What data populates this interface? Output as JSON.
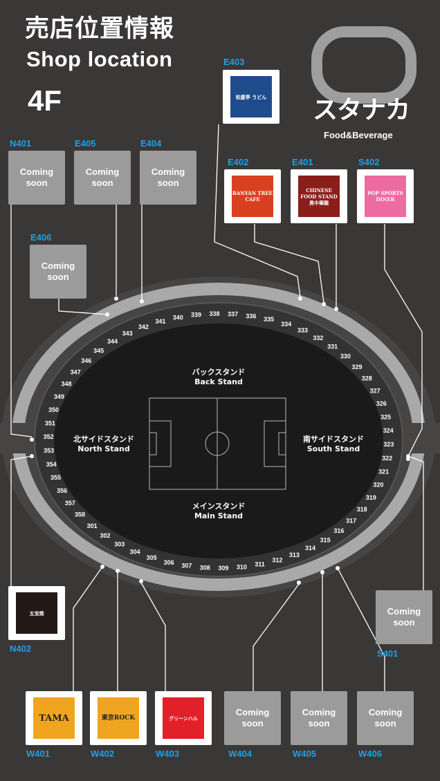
{
  "header": {
    "title_jp": "売店位置情報",
    "title_en": "Shop location",
    "floor": "4F"
  },
  "brand": {
    "name_jp": "スタナカ",
    "name_en": "Food&Beverage"
  },
  "stands": {
    "back": {
      "jp": "バックスタンド",
      "en": "Back Stand"
    },
    "main": {
      "jp": "メインスタンド",
      "en": "Main Stand"
    },
    "north": {
      "jp": "北サイドスタンド",
      "en": "North Stand"
    },
    "south": {
      "jp": "南サイドスタンド",
      "en": "South Stand"
    }
  },
  "sections": [
    "301",
    "302",
    "303",
    "304",
    "305",
    "306",
    "307",
    "308",
    "309",
    "310",
    "311",
    "312",
    "313",
    "314",
    "315",
    "316",
    "317",
    "318",
    "319",
    "320",
    "321",
    "322",
    "323",
    "324",
    "325",
    "326",
    "327",
    "328",
    "329",
    "330",
    "331",
    "332",
    "333",
    "334",
    "335",
    "336",
    "337",
    "338",
    "339",
    "340",
    "341",
    "342",
    "343",
    "344",
    "345",
    "346",
    "347",
    "348",
    "349",
    "350",
    "351",
    "352",
    "353",
    "354",
    "355",
    "356",
    "357",
    "358"
  ],
  "coming_soon": "Coming\nsoon",
  "shops": [
    {
      "code": "N401",
      "status": "coming-soon"
    },
    {
      "code": "E405",
      "status": "coming-soon"
    },
    {
      "code": "E404",
      "status": "coming-soon"
    },
    {
      "code": "E406",
      "status": "coming-soon"
    },
    {
      "code": "E403",
      "status": "open",
      "logo_text": "松屋亭 うどん",
      "color": "#1f4c8c"
    },
    {
      "code": "E402",
      "status": "open",
      "logo_text": "BANYAN TREE CAFE",
      "color": "#d9401f"
    },
    {
      "code": "E401",
      "status": "open",
      "logo_text": "CHINESE FOOD STAND 黒中華園",
      "color": "#8a1e1a"
    },
    {
      "code": "S402",
      "status": "open",
      "logo_text": "POP SPORTS DINER",
      "color": "#ee6aa3"
    },
    {
      "code": "N402",
      "status": "open",
      "logo_text": "五宝焼",
      "color": "#231a18"
    },
    {
      "code": "S401",
      "status": "coming-soon"
    },
    {
      "code": "W401",
      "status": "open",
      "logo_text": "TAMA",
      "color": "#f0a521"
    },
    {
      "code": "W402",
      "status": "open",
      "logo_text": "東京ROCK",
      "color": "#f0a521"
    },
    {
      "code": "W403",
      "status": "open",
      "logo_text": "グリーンハル",
      "color": "#e2202a"
    },
    {
      "code": "W404",
      "status": "coming-soon"
    },
    {
      "code": "W405",
      "status": "coming-soon"
    },
    {
      "code": "W406",
      "status": "coming-soon"
    }
  ],
  "colors": {
    "background": "#3a3737",
    "code_label": "#1ea0e6",
    "coming_soon_box": "#9b9b9b",
    "field": "#1a1a1a"
  }
}
